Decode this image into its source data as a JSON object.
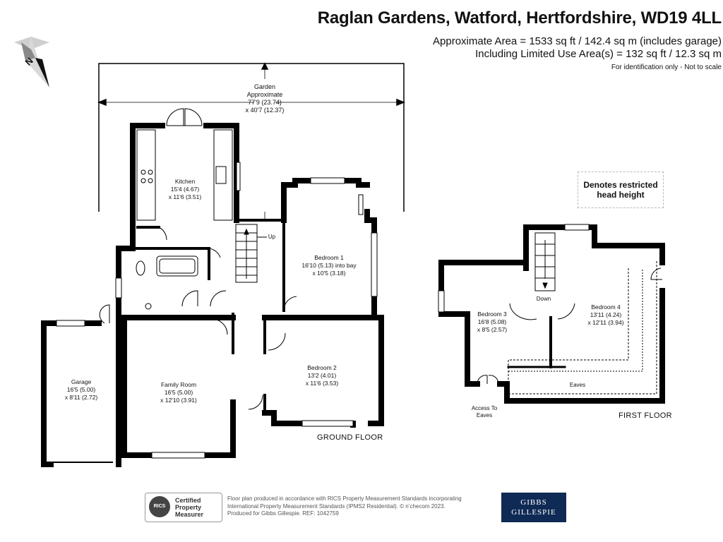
{
  "header": {
    "title": "Raglan Gardens, Watford, Hertfordshire, WD19 4LL",
    "area_line1": "Approximate Area = 1533 sq ft / 142.4 sq m (includes garage)",
    "area_line2": "Including Limited Use Area(s) = 132 sq ft / 12.3 sq m",
    "note": "For identification only - Not to scale"
  },
  "compass": {
    "letter": "N",
    "icon": "compass-rose-icon"
  },
  "garden": {
    "name": "Garden",
    "label": "Approximate",
    "dims1": "77'9 (23.74)",
    "dims2": "x 40'7 (12.37)"
  },
  "rooms": {
    "kitchen": {
      "name": "Kitchen",
      "dims1": "15'4 (4.67)",
      "dims2": "x 11'6 (3.51)"
    },
    "bedroom1": {
      "name": "Bedroom 1",
      "dims1": "16'10 (5.13) into bay",
      "dims2": "x 10'5 (3.18)"
    },
    "bedroom2": {
      "name": "Bedroom 2",
      "dims1": "13'2 (4.01)",
      "dims2": "x 11'6 (3.53)"
    },
    "family": {
      "name": "Family Room",
      "dims1": "16'5 (5.00)",
      "dims2": "x 12'10 (3.91)"
    },
    "garage": {
      "name": "Garage",
      "dims1": "16'5 (5.00)",
      "dims2": "x 8'11 (2.72)"
    },
    "bedroom3": {
      "name": "Bedroom 3",
      "dims1": "16'8 (5.08)",
      "dims2": "x 8'5 (2.57)"
    },
    "bedroom4": {
      "name": "Bedroom 4",
      "dims1": "13'11 (4.24)",
      "dims2": "x 12'11 (3.94)"
    }
  },
  "labels": {
    "up": "Up",
    "down": "Down",
    "eaves": "Eaves",
    "access1": "Access To",
    "access2": "Eaves",
    "ground_floor": "GROUND FLOOR",
    "first_floor": "FIRST FLOOR",
    "restricted1": "Denotes restricted",
    "restricted2": "head height"
  },
  "footer": {
    "line1": "Floor plan produced in accordance with RICS Property Measurement Standards incorporating",
    "line2": "International Property Measurement Standards (IPMS2 Residential). © n’checom 2023.",
    "line3": "Produced for Gibbs Gillespie.   REF:  1042759",
    "rics_seal": "RICS",
    "rics_line1": "Certified",
    "rics_line2": "Property",
    "rics_line3": "Measurer",
    "brand_line1": "GIBBS",
    "brand_line2": "GILLESPIE"
  },
  "colors": {
    "wall": "#000000",
    "brand_bg": "#0f2a55"
  }
}
